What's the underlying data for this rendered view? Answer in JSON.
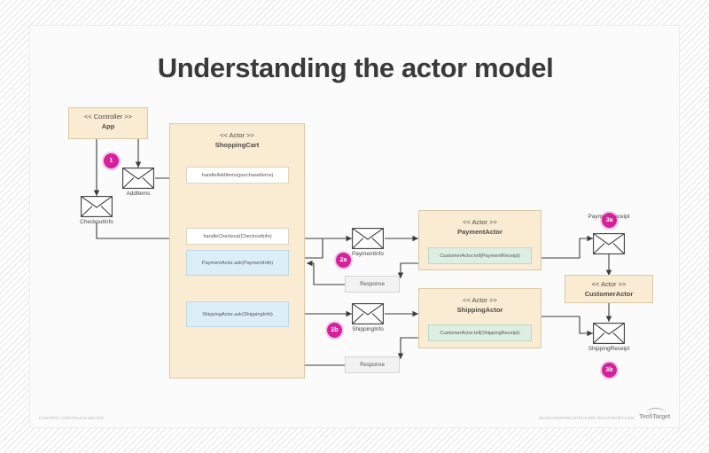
{
  "title": "Understanding the actor model",
  "colors": {
    "actor_fill": "#faecd2",
    "actor_stroke": "#d9c9a8",
    "ask_fill": "#dceef7",
    "tell_fill": "#ddeee2",
    "badge": "#d6219b",
    "response_fill": "#f2f2f2"
  },
  "controller": {
    "stereotype": "<< Controller >>",
    "name": "App"
  },
  "shopping_cart": {
    "stereotype": "<< Actor >>",
    "name": "ShoppingCart",
    "methods": [
      "handleAddItems(purchaseItems)",
      "handleCheckout(CheckoutInfo)"
    ],
    "calls": [
      "PaymentActor.ask(PaymentInfo)",
      "ShippingActor.ask(ShippingInfo)"
    ]
  },
  "payment_actor": {
    "stereotype": "<< Actor >>",
    "name": "PaymentActor",
    "call": "CustomerActor.tell(PaymentReceipt)"
  },
  "shipping_actor": {
    "stereotype": "<< Actor >>",
    "name": "ShippingActor",
    "call": "CustomerActor.tell(ShippingReceipt)"
  },
  "customer_actor": {
    "stereotype": "<< Actor >>",
    "name": "CustomerActor"
  },
  "messages": {
    "add_items": "AddItems",
    "checkout_info": "CheckoutInfo",
    "payment_info": "PaymentInfo",
    "shipping_info": "ShippingInfo",
    "payment_receipt": "PaymentReceipt",
    "shipping_receipt": "ShippingReceipt",
    "response_top": "Response",
    "response_bottom": "Response"
  },
  "badges": {
    "step1": "1",
    "step2a": "2a",
    "step2b": "2b",
    "step3a": "3a",
    "step3b": "3b"
  },
  "footer": {
    "left": "CONTENT CONTINUES BELOW",
    "right": "SEARCHAPPARCHITECTURE.TECHTARGET.COM",
    "logo": "TechTarget"
  }
}
